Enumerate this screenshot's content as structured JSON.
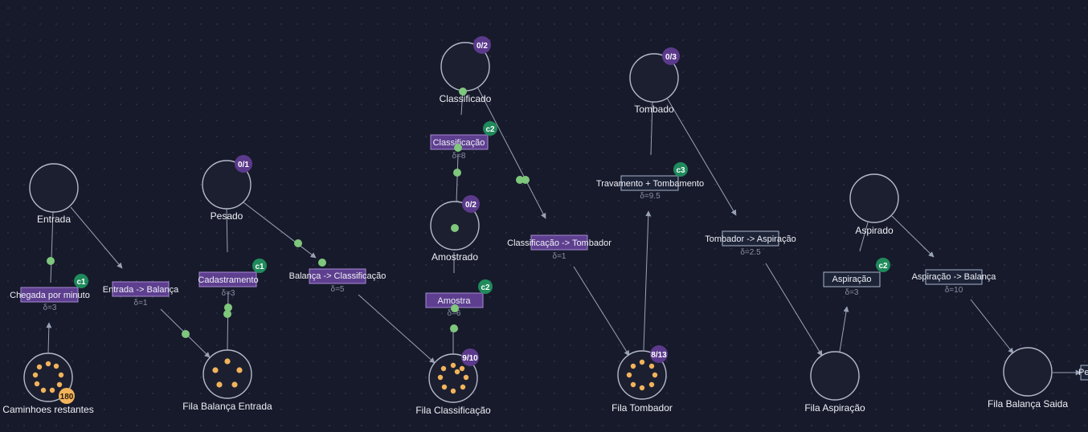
{
  "places": [
    {
      "id": "entrada",
      "label": "Entrada"
    },
    {
      "id": "caminhoes",
      "label": "Caminhoes restantes",
      "tokens": 180,
      "token_dots": 10
    },
    {
      "id": "pesado",
      "label": "Pesado",
      "badge": "0/1"
    },
    {
      "id": "fila_balanca_entrada",
      "label": "Fila Balança Entrada",
      "token_dots": 5
    },
    {
      "id": "classificado",
      "label": "Classificado",
      "badge": "0/2"
    },
    {
      "id": "amostrado",
      "label": "Amostrado",
      "badge": "0/2"
    },
    {
      "id": "fila_classificacao",
      "label": "Fila Classificação",
      "badge": "9/10",
      "token_dots": 9
    },
    {
      "id": "tombado",
      "label": "Tombado",
      "badge": "0/3"
    },
    {
      "id": "fila_tombador",
      "label": "Fila Tombador",
      "badge": "8/13",
      "token_dots": 8
    },
    {
      "id": "aspirado",
      "label": "Aspirado"
    },
    {
      "id": "fila_aspiracao",
      "label": "Fila Aspiração"
    },
    {
      "id": "fila_balanca_saida",
      "label": "Fila Balança Saida"
    }
  ],
  "transitions": [
    {
      "id": "chegada",
      "label": "Chegada por minuto",
      "delta": "δ=3",
      "chip": "c1",
      "active": true
    },
    {
      "id": "entrada_balanca",
      "label": "Entrada -> Balança",
      "delta": "δ=1",
      "active": true
    },
    {
      "id": "cadastramento",
      "label": "Cadastramento",
      "delta": "δ=3",
      "chip": "c1",
      "active": true
    },
    {
      "id": "balanca_classificacao",
      "label": "Balança -> Classificação",
      "delta": "δ=5",
      "active": true
    },
    {
      "id": "classificacao",
      "label": "Classificação",
      "delta": "δ=8",
      "chip": "c2",
      "active": true
    },
    {
      "id": "amostra",
      "label": "Amostra",
      "delta": "δ=6",
      "chip": "c2",
      "active": true
    },
    {
      "id": "classificacao_tombador",
      "label": "Classificação -> Tombador",
      "delta": "δ=1",
      "active": true
    },
    {
      "id": "travamento",
      "label": "Travamento + Tombamento",
      "delta": "δ=9.5",
      "chip": "c3",
      "active": false
    },
    {
      "id": "tombador_aspiracao",
      "label": "Tombador -> Aspiração",
      "delta": "δ=2.5",
      "active": false
    },
    {
      "id": "aspiracao",
      "label": "Aspiração",
      "delta": "δ=3",
      "chip": "c2",
      "active": false
    },
    {
      "id": "aspiracao_balanca",
      "label": "Aspiração -> Balança",
      "delta": "δ=10",
      "active": false
    },
    {
      "id": "pesagem_saida",
      "label": "Pe",
      "active": false
    }
  ],
  "colors": {
    "background": "#171a2b",
    "place_stroke": "#b4b9c8",
    "place_fill": "#1c1f30",
    "text": "#eef0f6",
    "delta_text": "#8a8fa6",
    "arc": "#9aa2b6",
    "badge_purple": "#5b3a8c",
    "chip_green": "#1f8a5b",
    "token_orange": "#f2b35b",
    "moving_token": "#7fc77c",
    "transition_active_fill": "#5e3f8f",
    "transition_active_stroke": "#a78bd4",
    "transition_idle_fill": "#1e2438",
    "transition_idle_stroke": "#a9b4cc"
  }
}
